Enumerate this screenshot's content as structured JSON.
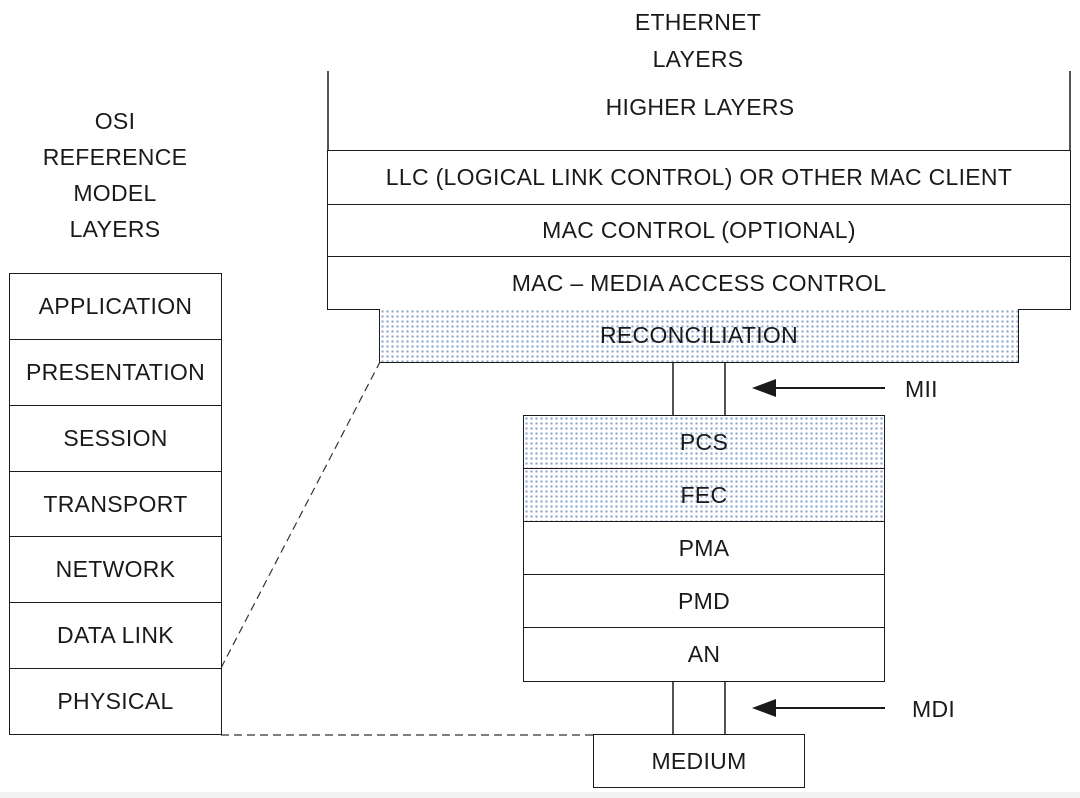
{
  "ethernet": {
    "title_line1": "ETHERNET",
    "title_line2": "LAYERS",
    "higher_layers": "HIGHER LAYERS",
    "llc": "LLC (LOGICAL LINK CONTROL) OR OTHER MAC CLIENT",
    "mac_control": "MAC CONTROL (OPTIONAL)",
    "mac": "MAC – MEDIA ACCESS CONTROL",
    "reconciliation": "RECONCILIATION",
    "phy": [
      "PCS",
      "FEC",
      "PMA",
      "PMD",
      "AN"
    ],
    "medium": "MEDIUM"
  },
  "osi": {
    "title_lines": [
      "OSI",
      "REFERENCE",
      "MODEL",
      "LAYERS"
    ],
    "layers": [
      "APPLICATION",
      "PRESENTATION",
      "SESSION",
      "TRANSPORT",
      "NETWORK",
      "DATA LINK",
      "PHYSICAL"
    ]
  },
  "interfaces": {
    "mii": "MII",
    "mdi": "MDI"
  },
  "colors": {
    "line": "#1a1a1a",
    "dot_fill": "#8aa4c9"
  }
}
